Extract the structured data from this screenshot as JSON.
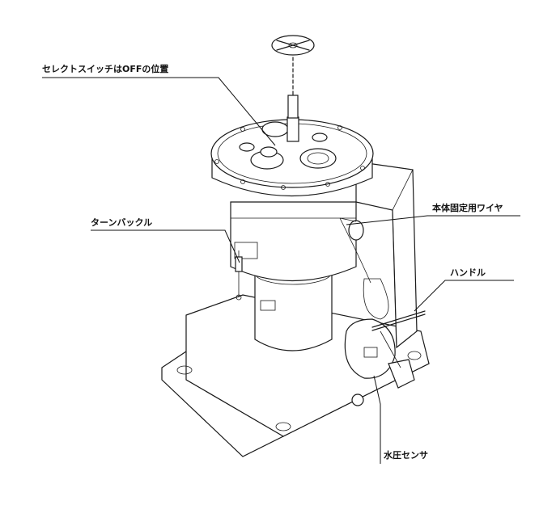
{
  "labels": {
    "select_switch": "セレクトスイッチはOFFの位置",
    "turnbuckle": "ターンバックル",
    "fixing_wire": "本体固定用ワイヤ",
    "handle": "ハンドル",
    "pressure_sensor": "水圧センサ"
  }
}
